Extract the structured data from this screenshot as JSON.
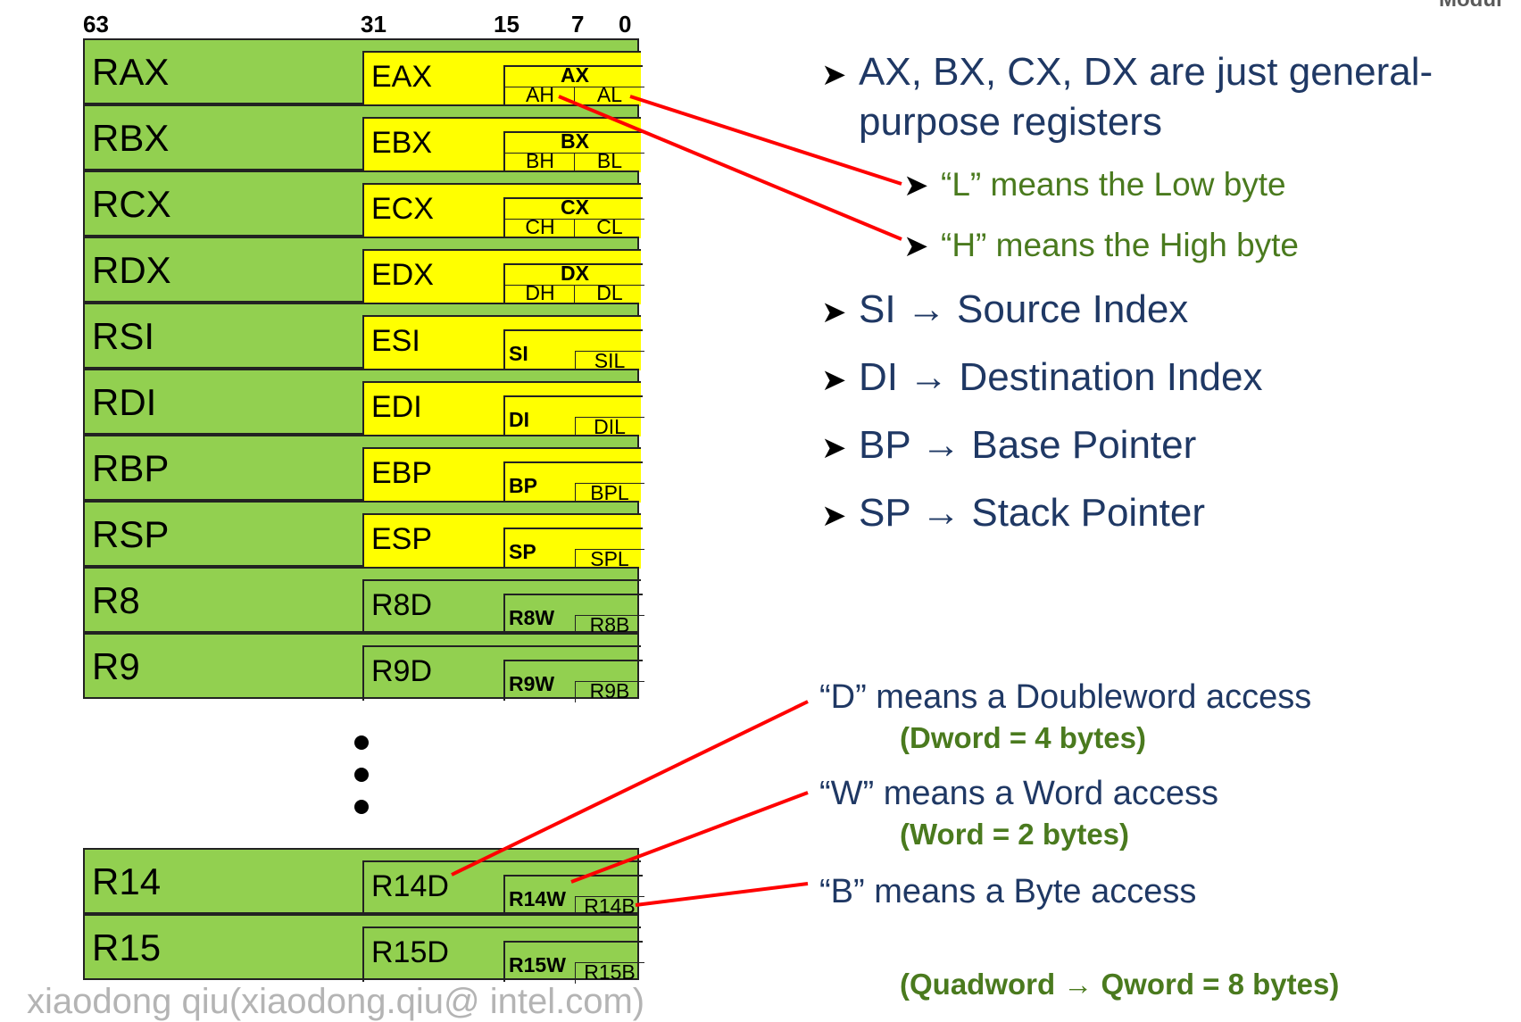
{
  "bit_positions": [
    "63",
    "31",
    "15",
    "7",
    "0"
  ],
  "registers": [
    {
      "r64": "RAX",
      "r32": "EAX",
      "r16": "AX",
      "hi8": "AH",
      "lo8": "AL"
    },
    {
      "r64": "RBX",
      "r32": "EBX",
      "r16": "BX",
      "hi8": "BH",
      "lo8": "BL"
    },
    {
      "r64": "RCX",
      "r32": "ECX",
      "r16": "CX",
      "hi8": "CH",
      "lo8": "CL"
    },
    {
      "r64": "RDX",
      "r32": "EDX",
      "r16": "DX",
      "hi8": "DH",
      "lo8": "DL"
    },
    {
      "r64": "RSI",
      "r32": "ESI",
      "r16": "SI",
      "lo8": "SIL"
    },
    {
      "r64": "RDI",
      "r32": "EDI",
      "r16": "DI",
      "lo8": "DIL"
    },
    {
      "r64": "RBP",
      "r32": "EBP",
      "r16": "BP",
      "lo8": "BPL"
    },
    {
      "r64": "RSP",
      "r32": "ESP",
      "r16": "SP",
      "lo8": "SPL"
    },
    {
      "r64": "R8",
      "r32": "R8D",
      "r16": "R8W",
      "lo8": "R8B"
    },
    {
      "r64": "R9",
      "r32": "R9D",
      "r16": "R9W",
      "lo8": "R9B"
    },
    {
      "r64": "R14",
      "r32": "R14D",
      "r16": "R14W",
      "lo8": "R14B"
    },
    {
      "r64": "R15",
      "r32": "R15D",
      "r16": "R15W",
      "lo8": "R15B"
    }
  ],
  "bullets": [
    {
      "line1": "AX, BX, CX, DX are just general-",
      "line2": "purpose registers"
    },
    {
      "text": "“L” means the Low byte"
    },
    {
      "text": "“H” means the High byte"
    },
    {
      "text": "SI → Source Index"
    },
    {
      "text": "DI → Destination Index"
    },
    {
      "text": "BP → Base Pointer"
    },
    {
      "text": "SP → Stack Pointer"
    }
  ],
  "notes": {
    "dword": "“D” means a Doubleword access",
    "dword_size": "(Dword = 4 bytes)",
    "word": "“W” means a Word access",
    "word_size": "(Word = 2 bytes)",
    "byte": "“B” means a Byte access",
    "qword": "(Quadword → Qword = 8 bytes)"
  },
  "watermark": "xiaodong qiu(xiaodong.qiu@ intel.com)",
  "corner_text": "Modul",
  "colors": {
    "reg64": "#92d050",
    "legacy32": "#ffff00",
    "connector": "#ff0000",
    "green_text": "#4a7a1e",
    "blue_text": "#1f3864"
  }
}
